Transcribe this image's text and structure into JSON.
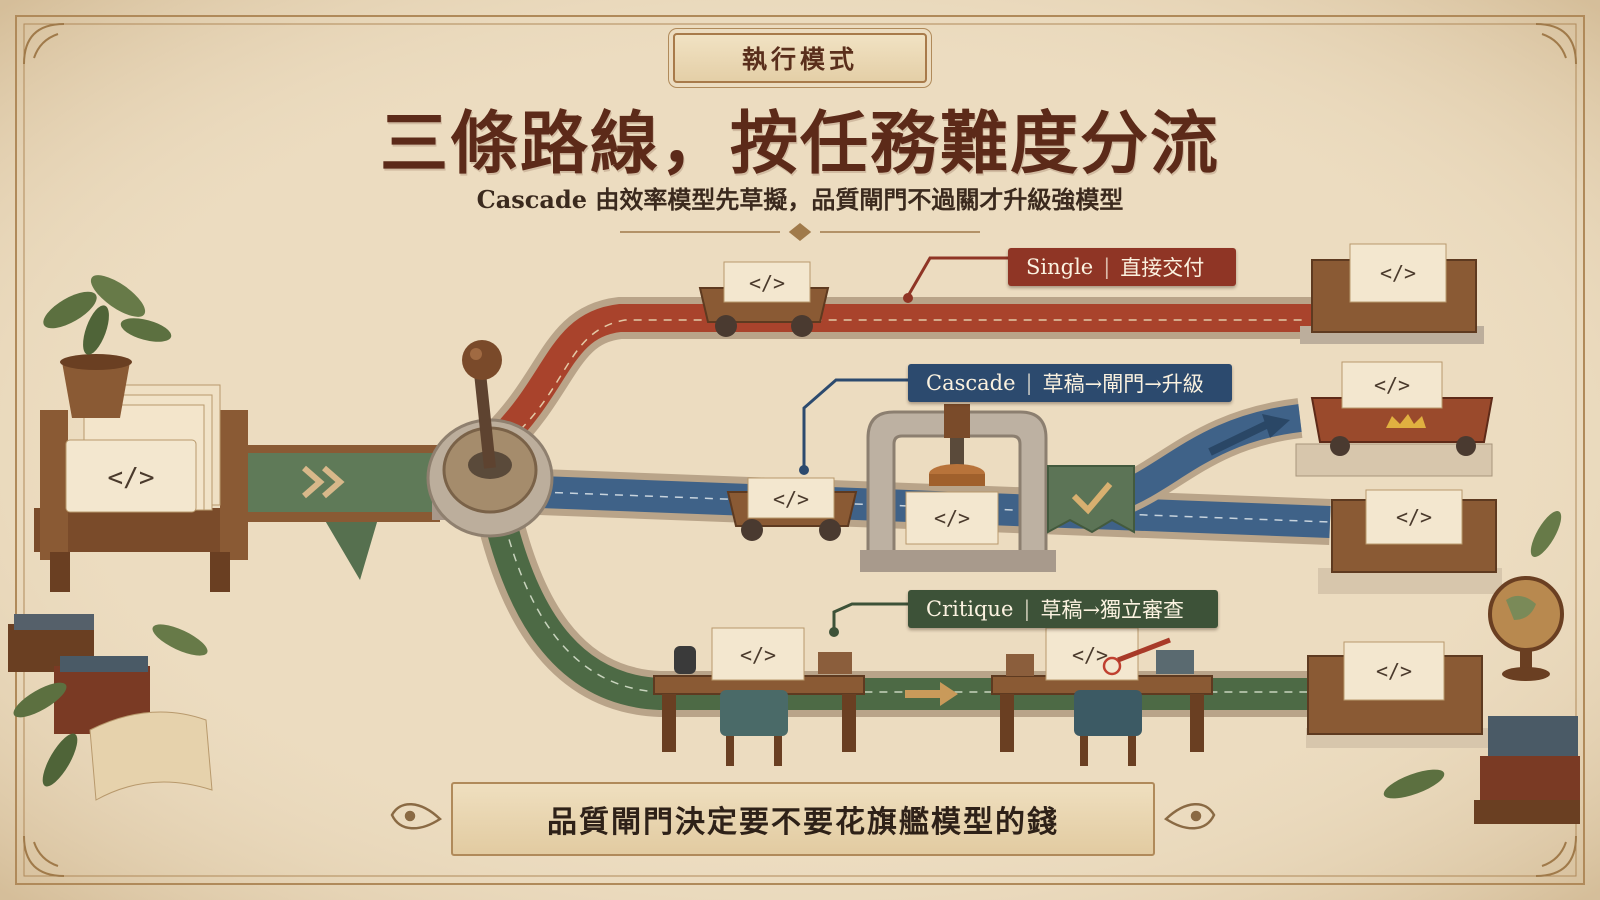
{
  "header": {
    "tag": "執行模式",
    "title": "三條路線，按任務難度分流",
    "subtitle": "Cascade 由效率模型先草擬，品質閘門不過關才升級強模型"
  },
  "routes": [
    {
      "name": "Single",
      "desc": "直接交付",
      "color": "#8f3525"
    },
    {
      "name": "Cascade",
      "desc": "草稿→閘門→升級",
      "color": "#2c4a6e"
    },
    {
      "name": "Critique",
      "desc": "草稿→獨立審查",
      "color": "#3d5238"
    }
  ],
  "card_symbol": "</>",
  "footer": {
    "text": "品質閘門決定要不要花旗艦模型的錢"
  },
  "colors": {
    "parchment": "#ecdcc0",
    "title": "#5c2a19",
    "track_red": "#a9432c",
    "track_blue": "#3f6288",
    "track_green": "#4d6a45",
    "wood": "#8a5a34"
  }
}
